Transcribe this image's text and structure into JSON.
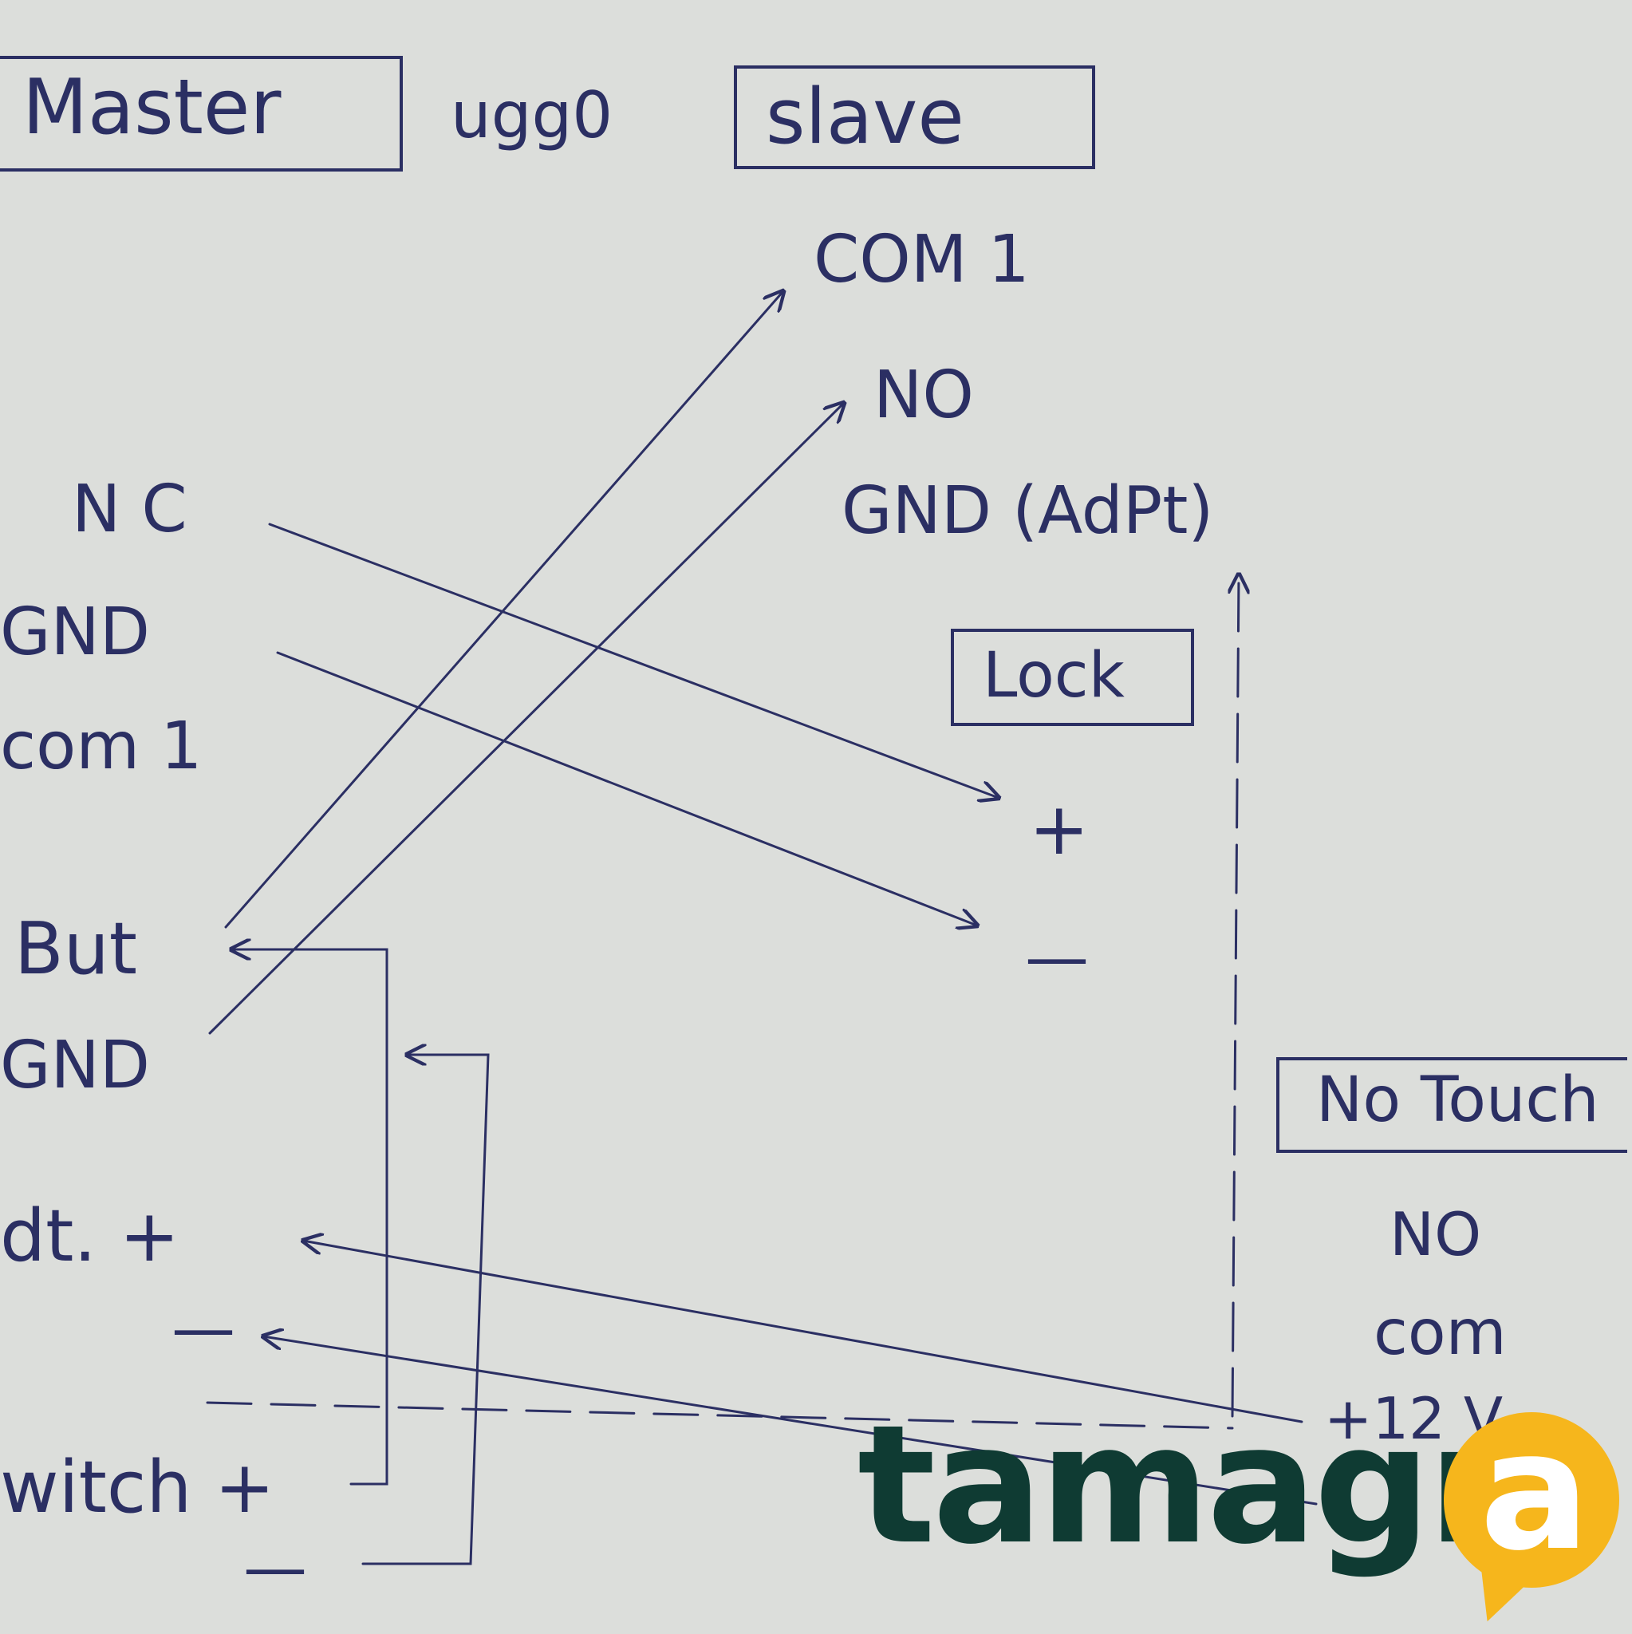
{
  "header": {
    "master": "Master",
    "model": "ugg0",
    "slave": "slave"
  },
  "slave_terminals": {
    "com1": "COM 1",
    "no": "NO",
    "gnd_adpt": "GND (AdPt)"
  },
  "master_terminals": {
    "nc": "N C",
    "gnd": "GND",
    "com1": "com 1",
    "but": "But",
    "gnd2": "GND",
    "adpt_plus": "dt. +",
    "adpt_minus": "—",
    "switch_plus": "witch +",
    "switch_minus": "—"
  },
  "lock": {
    "title": "Lock",
    "plus": "+",
    "minus": "—"
  },
  "no_touch": {
    "title": "No Touch",
    "no": "NO",
    "com": "com",
    "plus12": "+12 V"
  },
  "watermark": {
    "text": "tamagn",
    "accent": "a"
  },
  "colors": {
    "ink": "#2b2f63",
    "paper": "#dcdedb",
    "logo_dark": "#0f3b33",
    "logo_accent": "#f6b61c"
  }
}
